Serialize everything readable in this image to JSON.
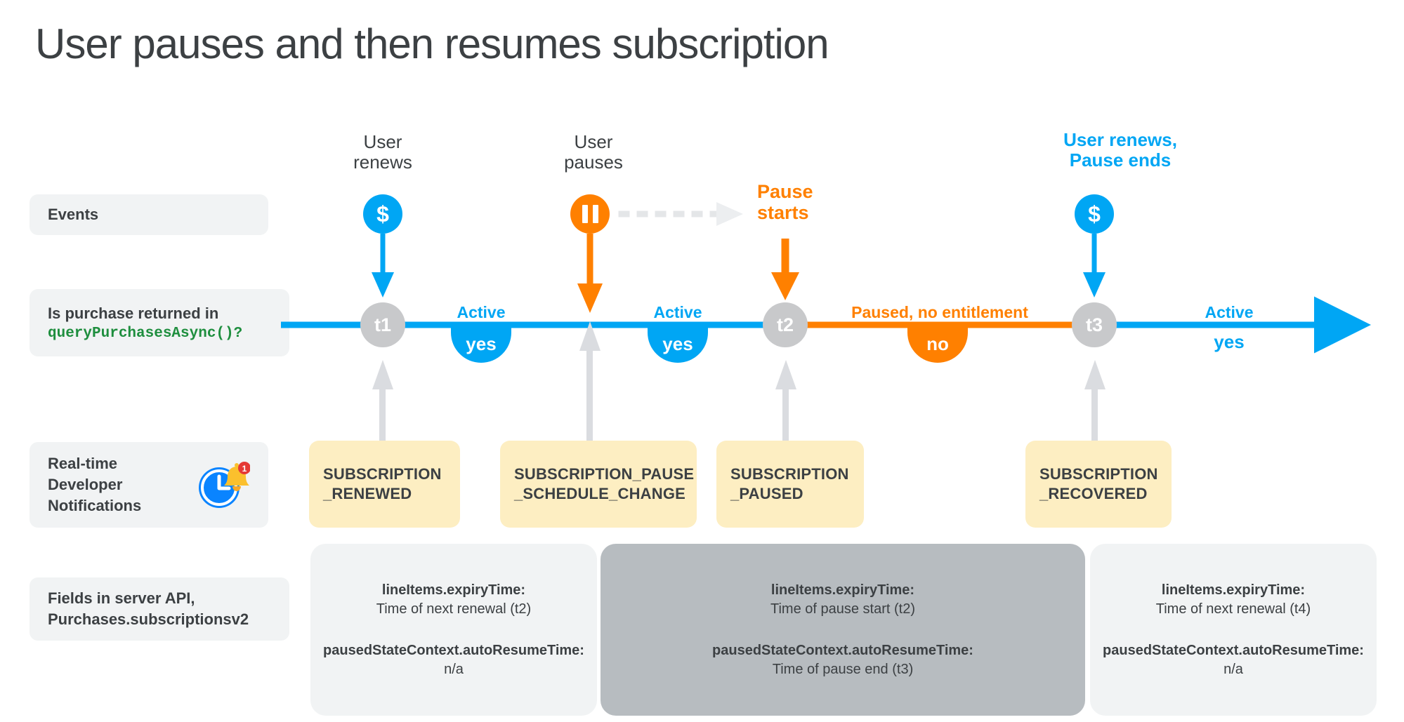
{
  "title": "User pauses and then resumes subscription",
  "colors": {
    "blue": "#00a6f4",
    "orange": "#ff8000",
    "gray_marker": "#c8c9cb",
    "card_yellow": "#fdeec2",
    "card_light": "#f1f3f4",
    "card_dark": "#b7bcc0",
    "code_green": "#1e8e3e"
  },
  "row_labels": {
    "events": "Events",
    "query_line1": "Is purchase returned in",
    "query_code": "queryPurchasesAsync()?",
    "rtdn": "Real-time\nDeveloper\nNotifications",
    "rtdn_line1": "Real-time",
    "rtdn_line2": "Developer",
    "rtdn_line3": "Notifications",
    "fields_line1": "Fields in server API,",
    "fields_line2": "Purchases.subscriptionsv2",
    "rtdn_icon": "clock-bell-notification-icon",
    "rtdn_badge_count": "1"
  },
  "events": [
    {
      "id": "user-renews-1",
      "caption_line1": "User",
      "caption_line2": "renews",
      "badge": "money-icon",
      "badge_glyph": "$",
      "color": "#00a6f4"
    },
    {
      "id": "user-pauses",
      "caption_line1": "User",
      "caption_line2": "pauses",
      "badge": "pause-icon",
      "color": "#ff8000"
    },
    {
      "id": "pause-starts",
      "caption_line1": "Pause",
      "caption_line2": "starts",
      "badge": "none",
      "color": "#ff8000"
    },
    {
      "id": "user-renews-2",
      "caption_line1": "User renews,",
      "caption_line2": "Pause ends",
      "badge": "money-icon",
      "badge_glyph": "$",
      "color": "#00a6f4"
    }
  ],
  "timeline": {
    "markers": [
      "t1",
      "t2",
      "t3"
    ],
    "segments": [
      {
        "state": "Active",
        "answer": "yes",
        "color": "#00a6f4"
      },
      {
        "state": "Active",
        "answer": "yes",
        "color": "#00a6f4"
      },
      {
        "state": "Paused, no entitlement",
        "answer": "no",
        "color": "#ff8000"
      },
      {
        "state": "Active",
        "answer": "yes",
        "color": "#00a6f4"
      }
    ]
  },
  "rtdn_cards": [
    {
      "line1": "SUBSCRIPTION",
      "line2": "_RENEWED"
    },
    {
      "line1": "SUBSCRIPTION_PAUSE",
      "line2": "_SCHEDULE_CHANGE"
    },
    {
      "line1": "SUBSCRIPTION",
      "line2": "_PAUSED"
    },
    {
      "line1": "SUBSCRIPTION",
      "line2": "_RECOVERED"
    }
  ],
  "field_cards": [
    {
      "style": "light",
      "key1": "lineItems.expiryTime:",
      "val1": "Time of next renewal (t2)",
      "key2": "pausedStateContext.autoResumeTime:",
      "val2": "n/a"
    },
    {
      "style": "dark",
      "key1": "lineItems.expiryTime:",
      "val1": "Time of pause start (t2)",
      "key2": "pausedStateContext.autoResumeTime:",
      "val2": "Time of pause end (t3)"
    },
    {
      "style": "light",
      "key1": "lineItems.expiryTime:",
      "val1": "Time of next renewal (t4)",
      "key2": "pausedStateContext.autoResumeTime:",
      "val2": "n/a"
    }
  ]
}
